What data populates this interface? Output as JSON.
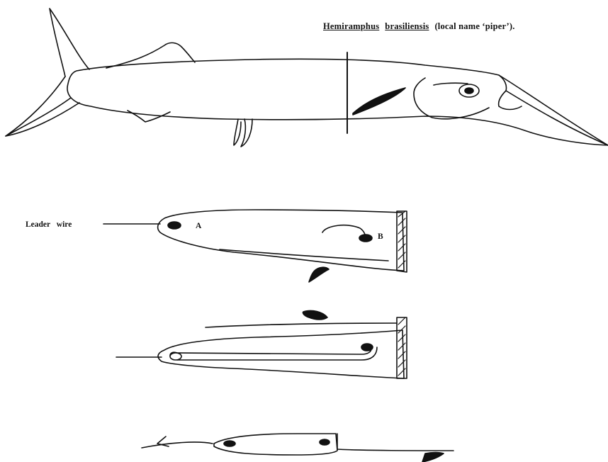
{
  "caption": {
    "genus": "Hemiramphus",
    "species": "brasiliensis",
    "note": "(local name ‘piper’)."
  },
  "labels": {
    "leader_wire": "Leader wire",
    "point_a": "A",
    "point_b": "B"
  },
  "colors": {
    "ink": "#111111",
    "paper": "#ffffff"
  }
}
